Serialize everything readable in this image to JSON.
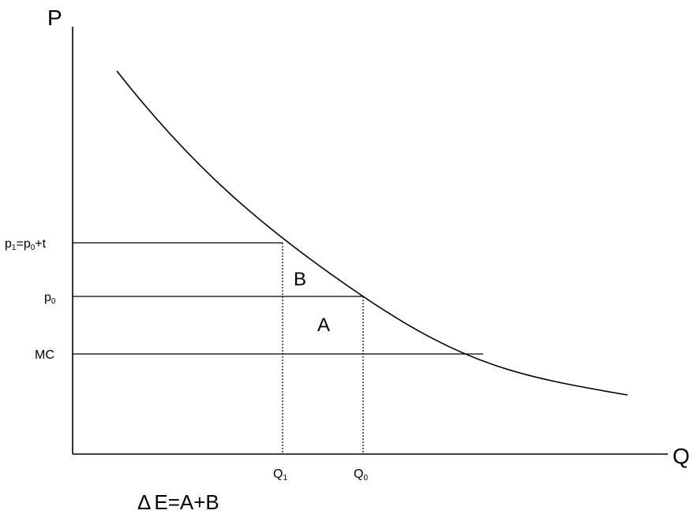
{
  "axes": {
    "y_label": "P",
    "x_label": "Q"
  },
  "price_levels": [
    {
      "id": "p1",
      "main": "p",
      "sub": "1",
      "rest": "=p",
      "sub2": "0",
      "tail": "+t"
    },
    {
      "id": "p0",
      "main": "p",
      "sub": "0"
    },
    {
      "id": "mc",
      "main": "MC"
    }
  ],
  "quantity_levels": [
    {
      "id": "q1",
      "main": "Q",
      "sub": "1"
    },
    {
      "id": "q0",
      "main": "Q",
      "sub": "0"
    }
  ],
  "regions": {
    "a": "A",
    "b": "B"
  },
  "equation": {
    "delta": "Δ",
    "text": "E=A+B"
  },
  "colors": {
    "ink": "#000000",
    "background": "#ffffff"
  }
}
